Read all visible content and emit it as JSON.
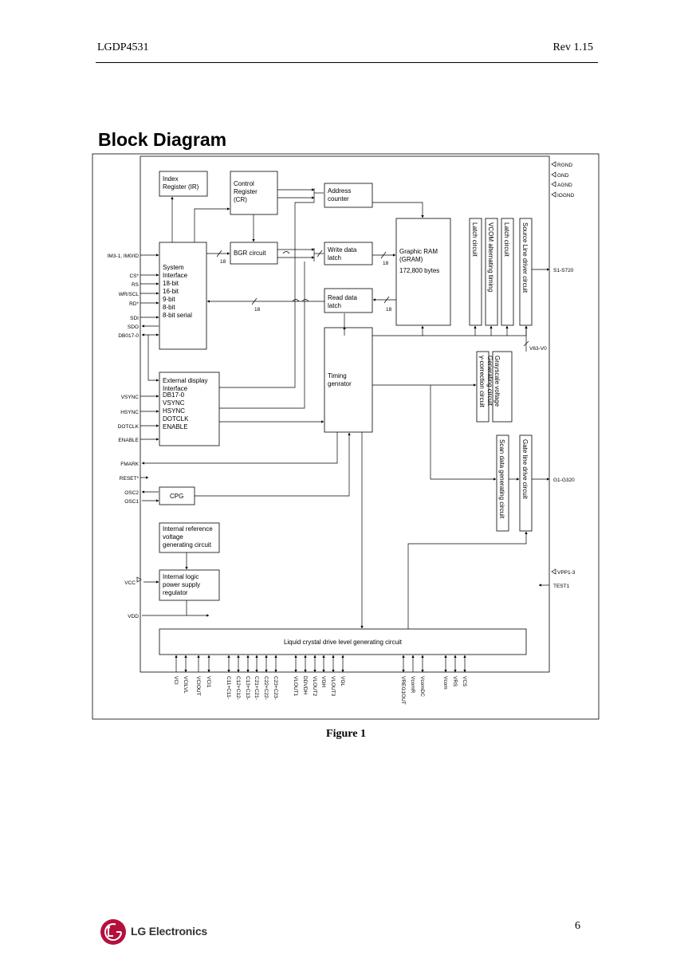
{
  "header": {
    "doc_id": "LGDP4531",
    "revision": "Rev 1.15"
  },
  "section_title": "Block Diagram",
  "figure_caption": "Figure 1",
  "page_number": "6",
  "logo": {
    "text": "LG Electronics",
    "color": "#b5103c"
  },
  "blocks": {
    "index_register": [
      "Index",
      "Register (IR)"
    ],
    "control_register": [
      "Control",
      "Register",
      "(CR)"
    ],
    "address_counter": [
      "Address",
      "counter"
    ],
    "system_interface": [
      "System",
      "Interface",
      "",
      "18-bit",
      "16-bit",
      "9-bit",
      "8-bit",
      "8-bit serial"
    ],
    "bgr_circuit": [
      "BGR circuit"
    ],
    "write_data_latch": [
      "Write data",
      "latch"
    ],
    "read_data_latch": [
      "Read data",
      "latch"
    ],
    "graphic_ram": [
      "Graphic RAM",
      "(GRAM)",
      "",
      "172,800 bytes"
    ],
    "timing_generator": [
      "Timing",
      "genrator"
    ],
    "external_display_interface": [
      "External display",
      "Interface",
      "",
      "DB17-0",
      "VSYNC",
      "HSYNC",
      "DOTCLK",
      "ENABLE"
    ],
    "cpg": [
      "CPG"
    ],
    "internal_reference": [
      "Internal reference",
      "voltage",
      "generating circuit"
    ],
    "internal_logic": [
      "Internal logic",
      "power supply",
      "regulator"
    ],
    "lcd_drive_level": [
      "Liquid crystal drive level generating circuit"
    ],
    "latch_circuit_1": "Latch circuit",
    "vcom_timing": "VCOM alternating timing",
    "latch_circuit_2": "Latch circuit",
    "source_driver": "Source Line driver circuit",
    "gamma_correction": "γ-correction circuit",
    "grayscale_voltage": [
      "Grayscale voltage",
      "Generating circuit"
    ],
    "scan_data": "Scan data generating circuit",
    "gate_driver": "Gate line drive circuit"
  },
  "bus_widths": {
    "sys_to_bgr": "18",
    "sys_read": "18",
    "write_to_gram": "18",
    "gram_to_read": "18"
  },
  "pins_left": {
    "im": "IM3-1, IM0/ID",
    "cs": "CS*",
    "rs": "RS",
    "wr": "WR/SCL",
    "rd": "RD*",
    "sdi": "SDI",
    "sdo": "SDO",
    "db": "DB017-0",
    "vsync": "VSYNC",
    "hsync": "HSYNC",
    "dotclk": "DOTCLK",
    "enable": "ENABLE",
    "fmark": "FMARK",
    "reset": "RESET*",
    "osc2": "OSC2",
    "osc1": "OSC1",
    "vcc": "VCC",
    "vdd": "VDD"
  },
  "pins_right": {
    "rgnd": "RGND",
    "gnd": "GND",
    "agnd": "AGND",
    "iognd": "IOGND",
    "source_out": "S1-S720",
    "v63": "V63-V0",
    "gate_out": "G1-G320",
    "vpp": "VPP1-3",
    "test1": "TEST1"
  },
  "pins_bottom": [
    "VCI",
    "VCILVL",
    "VCIOUT",
    "VCI1",
    "C11+C11-",
    "C12+C12-",
    "C13+C13-",
    "C21+C21-",
    "C22+C22-",
    "C23+C23-",
    "VLOUT1",
    "DDVDH",
    "VLOUT2",
    "VGH",
    "VLOUT3",
    "VGL",
    "VREG1OUT",
    "VcomR",
    "VcomDC",
    "Vcom",
    "VRS",
    "VCS"
  ]
}
